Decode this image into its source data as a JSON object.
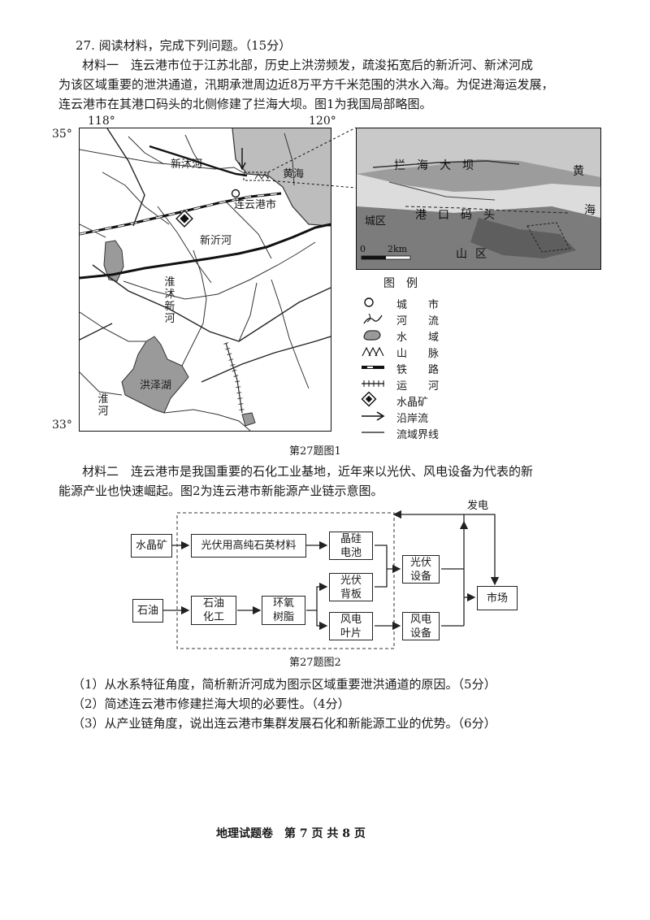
{
  "question": {
    "header": "27. 阅读材料，完成下列问题。（15分）",
    "m1_lines": [
      "材料一　连云港市位于江苏北部，历史上洪涝频发，疏浚拓宽后的新沂河、新沭河成",
      "为该区域重要的泄洪通道，汛期承泄周边近8万平方千米范围的洪水入海。为促进海运发展，",
      "连云港市在其港口码头的北侧修建了拦海大坝。图1为我国局部略图。"
    ],
    "m2_lines": [
      "材料二　连云港市是我国重要的石化工业基地，近年来以光伏、风电设备为代表的新",
      "能源产业也快速崛起。图2为连云港市新能源产业链示意图。"
    ],
    "sub_questions": [
      "（1）从水系特征角度，简析新沂河成为图示区域重要泄洪通道的原因。（5分）",
      "（2）简述连云港市修建拦海大坝的必要性。（4分）",
      "（3）从产业链角度，说出连云港市集群发展石化和新能源工业的优势。（6分）"
    ],
    "footer": "地理试题卷　第 7 页 共 8 页"
  },
  "map": {
    "lon_left": "118°",
    "lon_right": "120°",
    "lat_top": "35°",
    "lat_bottom": "33°",
    "xinshu_river": "新沭河",
    "huanghai": "黄海",
    "lianyungang": "连云港市",
    "xinyi_river": "新沂河",
    "huaishu_river": "淮沭新河",
    "hongze_lake": "洪泽湖",
    "huai_river": "淮河",
    "caption": "第27题图1"
  },
  "inset": {
    "dam": "拦海大坝",
    "huang": "黄",
    "hai": "海",
    "port": "港口码头",
    "city_area": "城区",
    "mountain_area": "山区",
    "scale_zero": "0",
    "scale_len": "2km"
  },
  "legend": {
    "title": "图　例",
    "items": [
      "城　　市",
      "河　　流",
      "水　　域",
      "山　　脉",
      "铁　　路",
      "运　　河",
      "水晶矿",
      "沿岸流",
      "流域界线"
    ]
  },
  "flow": {
    "crystal": "水晶矿",
    "oil": "石油",
    "quartz": "光伏用高纯石英材料",
    "cell": "晶硅电池",
    "petro": "石油化工",
    "epoxy": "环氧树脂",
    "backsheet": "光伏背板",
    "blade": "风电叶片",
    "pv_equip": "光伏设备",
    "wind_equip": "风电设备",
    "market": "市场",
    "power": "发电",
    "caption": "第27题图2"
  }
}
